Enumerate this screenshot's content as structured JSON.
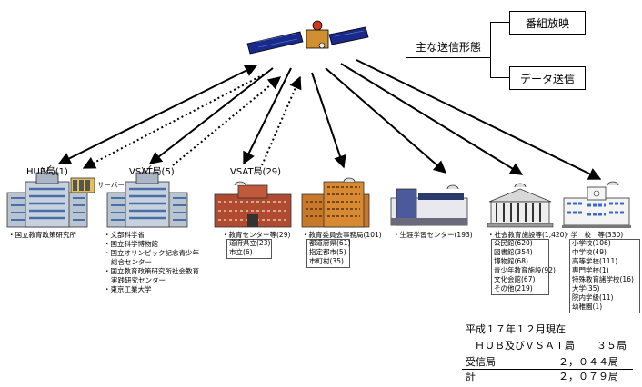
{
  "legend": {
    "main_label": "主な送信形態",
    "mode_broadcast": "番組放映",
    "mode_data": "データ送信"
  },
  "stations": {
    "hub": {
      "title": "HUB局(1)",
      "server_label": "サーバー",
      "items": [
        "・国立教育政策研究所"
      ]
    },
    "vsat5": {
      "title": "VSAT局(5)",
      "items": [
        "・文部科学省",
        "・国立科学博物館",
        "・国立オリンピック記念青少年",
        "総合センター",
        "・国立教育政策研究所社会教育",
        "実践研究センター",
        "・東京工業大学"
      ]
    },
    "vsat29": {
      "title": "VSAT局(29)",
      "head": "・教育センター等(29)",
      "sub": [
        "道府県立(23)",
        "市立(6)"
      ]
    },
    "board": {
      "head": "・教育委員会事務局(101)",
      "sub": [
        "都道府県(61)",
        "指定都市(5)",
        "市町村(35)"
      ]
    },
    "lifelong": {
      "head": "・生涯学習センター(193)"
    },
    "social": {
      "head": "・社会教育施設等(1,420)",
      "sub": [
        "公民館(620)",
        "図書館(354)",
        "博物館(68)",
        "青少年教育施設(92)",
        "文化会館(67)",
        "その他(219)"
      ]
    },
    "school": {
      "head": "・学　校　等(330)",
      "sub": [
        "小学校(106)",
        "中学校(49)",
        "高等学校(111)",
        "専門学校(1)",
        "特殊教育諸学校(16)",
        "大学(35)",
        "院内学級(11)",
        "幼稚園(1)"
      ]
    }
  },
  "summary": {
    "date": "平成１７年１２月現在",
    "hub_vsat_label": "ＨＵＢ及びＶＳＡＴ局",
    "hub_vsat_value": "３５局",
    "receive_label": "受信局",
    "receive_value": "２，０４４局",
    "total_label": "計",
    "total_value": "２，０７９局"
  }
}
